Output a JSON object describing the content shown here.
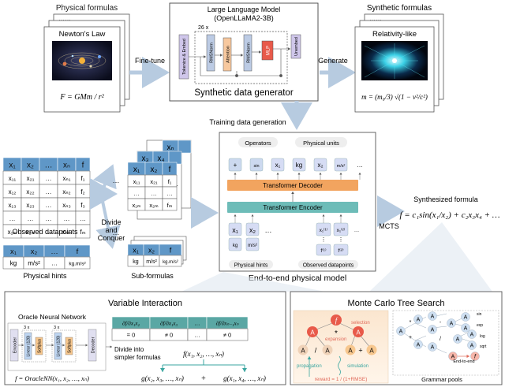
{
  "top": {
    "physical_formulas_title": "Physical formulas",
    "dots": "……",
    "newtons_law": "Newton's Law",
    "newton_formula": "F = GMm / r²",
    "finetune": "Fine-tune",
    "llm_title": "Large Language Model",
    "llm_subtitle": "(OpenLLaMA2-3B)",
    "repeat": "26 x",
    "tokenize": "Tokenize & Embed",
    "rmsnorm": "RMSNorm",
    "attention": "Attention",
    "mlp": "MLP",
    "unembed": "Unembed",
    "generator": "Synthetic data generator",
    "generate": "Generate",
    "synthetic_title": "Synthetic formulas",
    "relativity": "Relativity-like",
    "relativity_formula": "m = (m₀/3) √(1 − v²/c²)"
  },
  "middle": {
    "training_gen": "Training data generation",
    "table_headers": [
      "x₁",
      "x₂",
      "…",
      "xₙ",
      "f"
    ],
    "table_rows": [
      [
        "x₁₁",
        "x₂₁",
        "…",
        "xₙ₁",
        "f₁"
      ],
      [
        "x₁₂",
        "x₂₂",
        "…",
        "xₙ₂",
        "f₂"
      ],
      [
        "x₁₃",
        "x₂₃",
        "…",
        "xₙ₃",
        "f₃"
      ],
      [
        "…",
        "…",
        "…",
        "…",
        "…"
      ],
      [
        "x₁ₘ",
        "x₂ₘ",
        "…",
        "xₙₘ",
        "fₘ"
      ]
    ],
    "observed": "Observed datapoints",
    "hints_headers": [
      "x₁",
      "x₂",
      "…",
      "f"
    ],
    "hints_units": [
      "kg",
      "m/s²",
      "…",
      "kg.m/s²"
    ],
    "physical_hints": "Physical hints",
    "divide": "Divide and Conquer",
    "sub_front_headers": [
      "x₁",
      "x₂",
      "f"
    ],
    "sub_mid_headers": [
      "x₃",
      "x₄"
    ],
    "sub_back_header": "xₙ",
    "sub_rows": [
      [
        "x₁₁",
        "x₂₁",
        "f₁"
      ],
      [
        "…",
        "…",
        "…"
      ],
      [
        "x₁ₘ",
        "x₂ₘ",
        "fₘ"
      ]
    ],
    "sub_hints": [
      "x₁",
      "x₂",
      "f"
    ],
    "sub_hint_units": [
      "kg",
      "m/s²",
      "kg.m/s²"
    ],
    "sub_formulas": "Sub-formulas",
    "operators": "Operators",
    "physical_units": "Physical units",
    "tokens": [
      "+",
      "sin",
      "x₁",
      "kg",
      "x₂",
      "m/s²",
      "…"
    ],
    "decoder": "Transformer Decoder",
    "encoder": "Transformer Encoder",
    "enc_hint_tokens": [
      "x₁",
      "x₂",
      "…"
    ],
    "enc_hint_units": [
      "kg",
      "m/s²"
    ],
    "enc_obs_tokens": [
      "x₁⁽¹⁾",
      "x₁⁽²⁾",
      "…"
    ],
    "enc_obs_f": [
      "f⁽¹⁾",
      "f⁽²⁾"
    ],
    "physical_hints_small": "Physical hints",
    "observed_small": "Observed datapoints",
    "e2e": "End-to-end physical model",
    "mcts": "MCTS",
    "synth_title": "Synthesized formula",
    "synth_formula": "f = c₁sin(x₁/x₂) + c₂x₃x₄ + …"
  },
  "bottom": {
    "vi_title": "Variable Interaction",
    "oracle_title": "Oracle Neural Network",
    "encoder": "Encoder",
    "linear": "Linear (128)",
    "softplus": "Softplus",
    "decoder": "Decoder",
    "rep3a": "3 x",
    "rep3b": "3 x",
    "oracle_formula": "f = OracleNN(x₁, x₂, …, xₙ)",
    "deriv_headers": [
      "∂f/∂x₁x₂",
      "∂f/∂x₁x₃",
      "…",
      "∂f/∂xₙ₋₁xₙ"
    ],
    "deriv_values": [
      "= 0",
      "≠ 0",
      "…",
      "≠ 0"
    ],
    "divide_into": "Divide into simpler formulas",
    "f_of": "f(x₁, x₂, …, xₙ)",
    "g1": "g(x₂, x₃, …, xₙ)",
    "plus": "+",
    "g2": "g(x₁, x₄, …, xₙ)",
    "mcts_title": "Monte Carlo Tree Search",
    "selection": "selection",
    "expansion": "expansion",
    "propagation": "propagation",
    "simulation": "simulation",
    "reward": "reward = 1 / (1+RMSE)",
    "node_f": "f",
    "node_A": "A",
    "op_star": "*",
    "op_div": "/",
    "op_plus": "+",
    "op_minus": "-",
    "end_to_end": "End-to-end",
    "grammar_pools": "Grammar pools",
    "gp_sin": "sin",
    "gp_exp": "exp",
    "gp_log": "log",
    "gp_sqrt": "sqrt"
  }
}
